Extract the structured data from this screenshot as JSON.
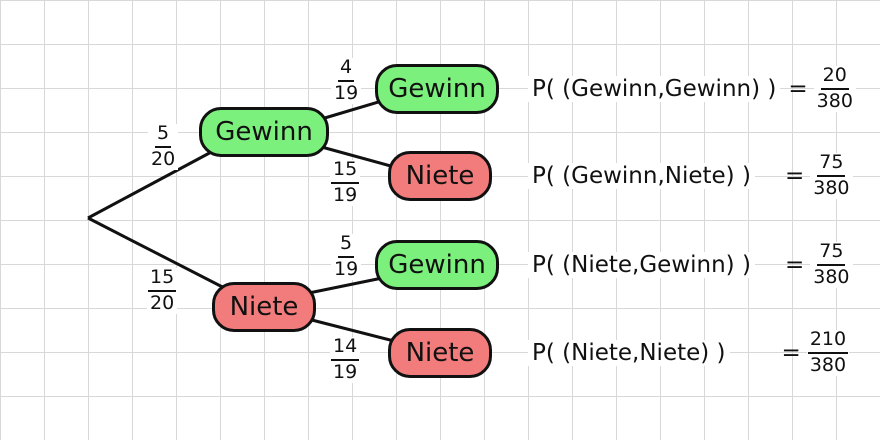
{
  "tree": {
    "level1": [
      {
        "label": "Gewinn",
        "outcome": "win",
        "branch": {
          "num": "5",
          "den": "20"
        },
        "children": [
          {
            "label": "Gewinn",
            "outcome": "win",
            "branch": {
              "num": "4",
              "den": "19"
            }
          },
          {
            "label": "Niete",
            "outcome": "lose",
            "branch": {
              "num": "15",
              "den": "19"
            }
          }
        ]
      },
      {
        "label": "Niete",
        "outcome": "lose",
        "branch": {
          "num": "15",
          "den": "20"
        },
        "children": [
          {
            "label": "Gewinn",
            "outcome": "win",
            "branch": {
              "num": "5",
              "den": "19"
            }
          },
          {
            "label": "Niete",
            "outcome": "lose",
            "branch": {
              "num": "14",
              "den": "19"
            }
          }
        ]
      }
    ]
  },
  "results": [
    {
      "expression": "P( (Gewinn,Gewinn) )",
      "equals": "=",
      "num": "20",
      "den": "380"
    },
    {
      "expression": "P( (Gewinn,Niete) )",
      "equals": "=",
      "num": "75",
      "den": "380"
    },
    {
      "expression": "P( (Niete,Gewinn) )",
      "equals": "=",
      "num": "75",
      "den": "380"
    },
    {
      "expression": "P( (Niete,Niete) )",
      "equals": "=",
      "num": "210",
      "den": "380"
    }
  ],
  "colors": {
    "win": "#7cf07c",
    "lose": "#f27b7b",
    "line": "#111111"
  }
}
